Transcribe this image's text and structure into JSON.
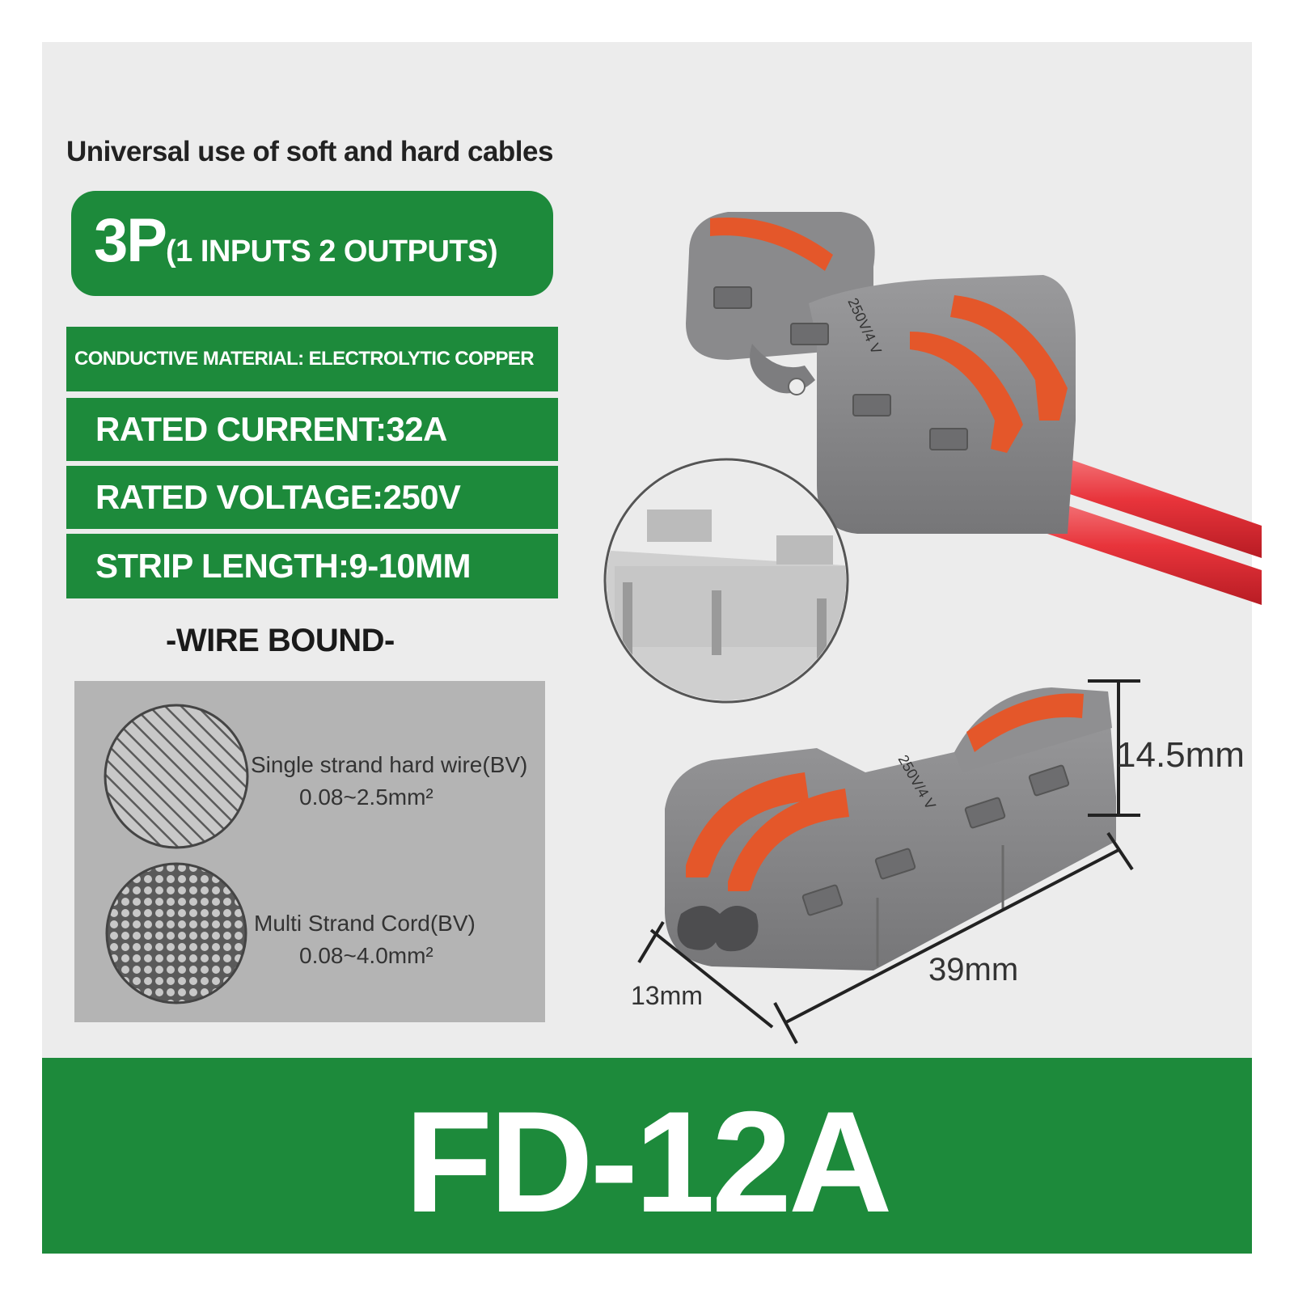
{
  "headline": "Universal use of soft and hard cables",
  "pill": {
    "main": "3P",
    "sub": "(1 INPUTS 2 OUTPUTS)"
  },
  "specs": [
    "CONDUCTIVE MATERIAL: ELECTROLYTIC COPPER",
    "RATED CURRENT:32A",
    "RATED VOLTAGE:250V",
    "STRIP LENGTH:9-10MM"
  ],
  "wire_bound": {
    "title": "-WIRE BOUND-",
    "items": [
      {
        "name": "Single strand hard wire(BV)",
        "range": "0.08~2.5mm²"
      },
      {
        "name": "Multi Strand Cord(BV)",
        "range": "0.08~4.0mm²"
      }
    ]
  },
  "product_label": "250V/4 V",
  "dimensions": {
    "height": "14.5mm",
    "length": "39mm",
    "width": "13mm"
  },
  "model": "FD-12A",
  "colors": {
    "green": "#1d8a3b",
    "housing": "#7f7f81",
    "lever": "#e4572a",
    "wire": "#e8343b"
  }
}
